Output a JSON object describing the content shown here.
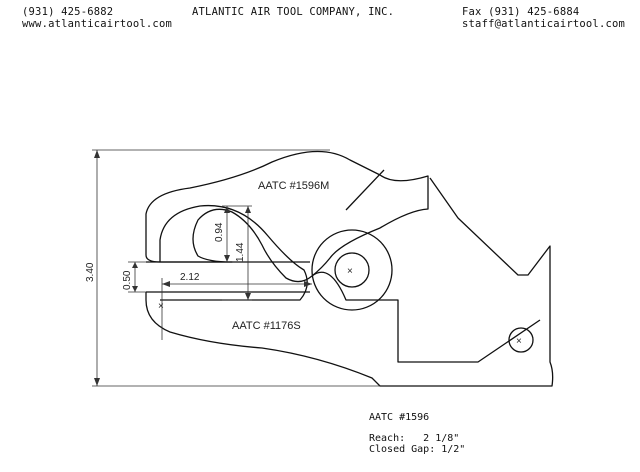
{
  "header": {
    "phone": "(931) 425-6882",
    "website": "www.atlanticairtool.com",
    "company": "ATLANTIC AIR TOOL COMPANY, INC.",
    "fax": "Fax (931) 425-6884",
    "email": "staff@atlanticairtool.com"
  },
  "drawing": {
    "upper_part": "AATC #1596M",
    "lower_part": "AATC #1176S",
    "dim_height": "3.40",
    "dim_gap": "0.50",
    "dim_reach": "2.12",
    "dim_throat_depth": "0.94",
    "dim_throat_height": "1.44",
    "pivot_mark": "×"
  },
  "spec": {
    "model": "AATC #1596",
    "reach": "Reach:   2 1/8\"",
    "closed_gap": "Closed Gap: 1/2\""
  }
}
